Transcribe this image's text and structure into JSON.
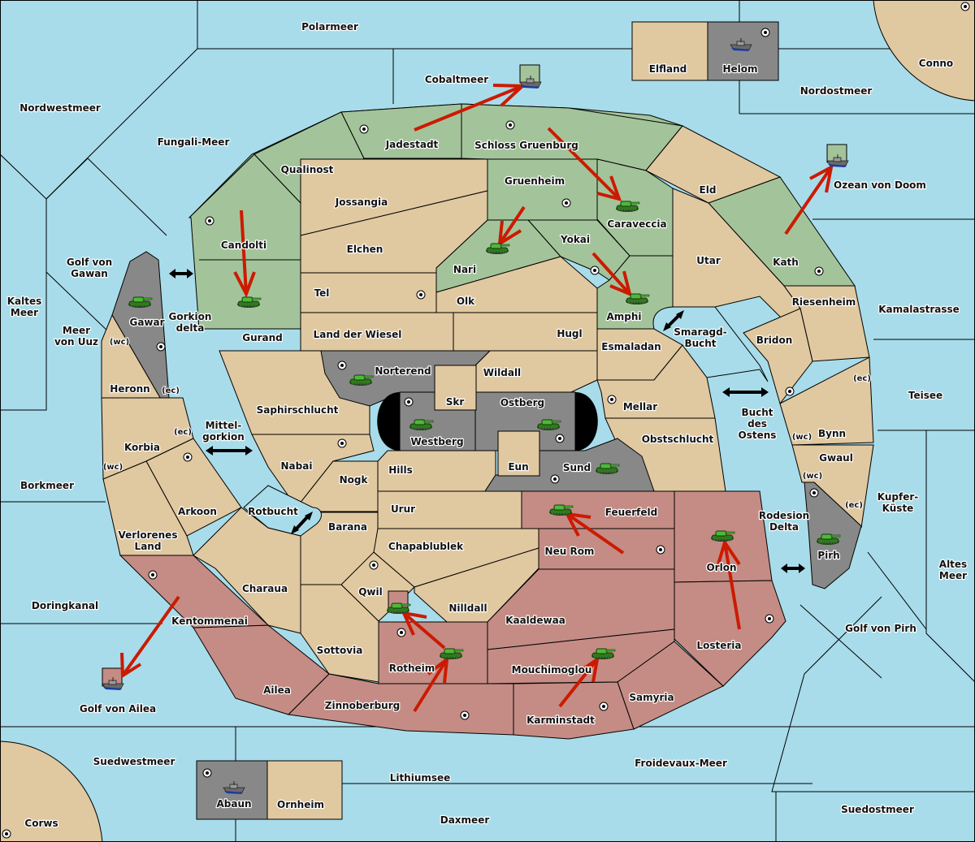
{
  "game": {
    "map_type": "diplomacy-style map",
    "colors": {
      "sea": "#a8dcea",
      "neutral": "#e0c8a0",
      "power_green": "#a3c49a",
      "power_red": "#c48c84",
      "power_gray": "#888888",
      "order_arrow": "#cc1a00",
      "impassable": "#000000"
    }
  },
  "seas": [
    {
      "id": "polarmeer",
      "name": "Polarmeer"
    },
    {
      "id": "nordwestmeer",
      "name": "Nordwestmeer"
    },
    {
      "id": "fungali",
      "name": "Fungali-Meer"
    },
    {
      "id": "cobaltmeer",
      "name": "Cobaltmeer"
    },
    {
      "id": "nordostmeer",
      "name": "Nordostmeer"
    },
    {
      "id": "ozean",
      "name": "Ozean von Doom"
    },
    {
      "id": "golf-gawan",
      "name": "Golf von Gawan"
    },
    {
      "id": "kaltes",
      "name": "Kaltes Meer"
    },
    {
      "id": "uuz",
      "name": "Meer von Uuz"
    },
    {
      "id": "gorkion",
      "name": "Gorkion delta"
    },
    {
      "id": "mittelgorkion",
      "name": "Mittel-gorkion"
    },
    {
      "id": "rotbucht",
      "name": "Rotbucht"
    },
    {
      "id": "borkmeer",
      "name": "Borkmeer"
    },
    {
      "id": "doringkanal",
      "name": "Doringkanal"
    },
    {
      "id": "golf-ailea",
      "name": "Golf von Ailea"
    },
    {
      "id": "suedwestmeer",
      "name": "Suedwestmeer"
    },
    {
      "id": "lithiumsee",
      "name": "Lithiumsee"
    },
    {
      "id": "daxmeer",
      "name": "Daxmeer"
    },
    {
      "id": "froidevaux",
      "name": "Froidevaux-Meer"
    },
    {
      "id": "suedostmeer",
      "name": "Suedostmeer"
    },
    {
      "id": "golf-pirh",
      "name": "Golf von Pirh"
    },
    {
      "id": "altes",
      "name": "Altes Meer"
    },
    {
      "id": "kupfer",
      "name": "Kupfer-Küste"
    },
    {
      "id": "teisee",
      "name": "Teisee"
    },
    {
      "id": "kamala",
      "name": "Kamalastrasse"
    },
    {
      "id": "smaragd",
      "name": "Smaragd-Bucht"
    },
    {
      "id": "bucht-ostens",
      "name": "Bucht des Ostens"
    },
    {
      "id": "rodesion",
      "name": "Rodesion Delta"
    }
  ],
  "labels": {
    "polarmeer": "Polarmeer",
    "nordwestmeer": "Nordwestmeer",
    "fungali": "Fungali-Meer",
    "cobaltmeer": "Cobaltmeer",
    "nordostmeer": "Nordostmeer",
    "ozean": "Ozean von Doom",
    "golf_gawan_1": "Golf von",
    "golf_gawan_2": "Gawan",
    "kaltes_1": "Kaltes",
    "kaltes_2": "Meer",
    "uuz_1": "Meer",
    "uuz_2": "von Uuz",
    "gorkion_1": "Gorkion",
    "gorkion_2": "delta",
    "mittel_1": "Mittel-",
    "mittel_2": "gorkion",
    "rotbucht": "Rotbucht",
    "borkmeer": "Borkmeer",
    "doringkanal": "Doringkanal",
    "golf_ailea": "Golf von Ailea",
    "suedwestmeer": "Suedwestmeer",
    "lithiumsee": "Lithiumsee",
    "daxmeer": "Daxmeer",
    "froidevaux": "Froidevaux-Meer",
    "suedostmeer": "Suedostmeer",
    "golf_pirh": "Golf von Pirh",
    "altes_1": "Altes",
    "altes_2": "Meer",
    "kupfer_1": "Kupfer-",
    "kupfer_2": "Küste",
    "teisee": "Teisee",
    "kamala": "Kamalastrasse",
    "smaragd_1": "Smaragd-",
    "smaragd_2": "Bucht",
    "bucht_1": "Bucht",
    "bucht_2": "des",
    "bucht_3": "Ostens",
    "rodesion_1": "Rodesion",
    "rodesion_2": "Delta",
    "elfland": "Elfland",
    "helom": "Helom",
    "conno": "Conno",
    "corws": "Corws",
    "abaun": "Abaun",
    "ornheim": "Ornheim",
    "jadestadt": "Jadestadt",
    "schloss": "Schloss Gruenburg",
    "qualinost": "Qualinost",
    "candolti": "Candolti",
    "gurand": "Gurand",
    "gruenheim": "Gruenheim",
    "caraveccia": "Caraveccia",
    "yokai": "Yokai",
    "nari": "Nari",
    "amphi": "Amphi",
    "kath": "Kath",
    "eld": "Eld",
    "utar": "Utar",
    "riesenheim": "Riesenheim",
    "bridon": "Bridon",
    "bynn": "Bynn",
    "gwaul": "Gwaul",
    "pirh": "Pirh",
    "jossangia": "Jossangia",
    "elchen": "Elchen",
    "tel": "Tel",
    "olk": "Olk",
    "wiesel": "Land der Wiesel",
    "hugl": "Hugl",
    "esmaladan": "Esmaladan",
    "norterend": "Norterend",
    "wildall": "Wildall",
    "skr": "Skr",
    "ostberg": "Ostberg",
    "westberg": "Westberg",
    "mellar": "Mellar",
    "obstschlucht": "Obstschlucht",
    "eun": "Eun",
    "sund": "Sund",
    "saphir": "Saphirschlucht",
    "nabai": "Nabai",
    "nogk": "Nogk",
    "hills": "Hills",
    "urur": "Urur",
    "barana": "Barana",
    "chapa": "Chapablublek",
    "qwil": "Qwil",
    "nilldall": "Nilldall",
    "feuerfeld": "Feuerfeld",
    "neurom": "Neu Rom",
    "orlon": "Orlon",
    "kaaldewaa": "Kaaldewaa",
    "losteria": "Losteria",
    "rotheim": "Rotheim",
    "mouchi": "Mouchimoglou",
    "samyria": "Samyria",
    "karminstadt": "Karminstadt",
    "zinnoberburg": "Zinnoberburg",
    "ailea": "Ailea",
    "kentommenai": "Kentommenai",
    "charaua": "Charaua",
    "sottovia": "Sottovia",
    "verlorenes_1": "Verlorenes",
    "verlorenes_2": "Land",
    "arkoon": "Arkoon",
    "korbia": "Korbia",
    "heronn": "Heronn",
    "gawar": "Gawar",
    "wc": "(wc)",
    "ec": "(ec)"
  },
  "units": [
    {
      "type": "fleet",
      "power": "green",
      "location": "Cobaltmeer"
    },
    {
      "type": "fleet",
      "power": "green",
      "location": "Ozean von Doom"
    },
    {
      "type": "fleet",
      "power": "gray",
      "location": "Helom"
    },
    {
      "type": "fleet",
      "power": "red",
      "location": "Golf von Ailea"
    },
    {
      "type": "fleet",
      "power": "gray",
      "location": "Abaun"
    },
    {
      "type": "army",
      "power": "gray",
      "location": "Gawar"
    },
    {
      "type": "army",
      "power": "green",
      "location": "Gurand"
    },
    {
      "type": "army",
      "power": "green",
      "location": "Caraveccia"
    },
    {
      "type": "army",
      "power": "green",
      "location": "Nari"
    },
    {
      "type": "army",
      "power": "green",
      "location": "Amphi"
    },
    {
      "type": "army",
      "power": "gray",
      "location": "Norterend"
    },
    {
      "type": "army",
      "power": "gray",
      "location": "Westberg"
    },
    {
      "type": "army",
      "power": "gray",
      "location": "Ostberg"
    },
    {
      "type": "army",
      "power": "gray",
      "location": "Sund"
    },
    {
      "type": "army",
      "power": "red",
      "location": "Feuerfeld"
    },
    {
      "type": "army",
      "power": "red",
      "location": "Orlon"
    },
    {
      "type": "army",
      "power": "gray",
      "location": "Pirh"
    },
    {
      "type": "army",
      "power": "red",
      "location": "Qwil"
    },
    {
      "type": "army",
      "power": "red",
      "location": "Rotheim"
    },
    {
      "type": "army",
      "power": "red",
      "location": "Mouchimoglou"
    }
  ],
  "orders": [
    {
      "from": "Jadestadt",
      "to": "Cobaltmeer"
    },
    {
      "from": "Schloss Gruenburg",
      "to": "Caraveccia"
    },
    {
      "from": "Gruenheim",
      "to": "Nari"
    },
    {
      "from": "Yokai",
      "to": "Amphi"
    },
    {
      "from": "Candolti",
      "to": "Gurand"
    },
    {
      "from": "Kath",
      "to": "Ozean von Doom"
    },
    {
      "from": "Kentommenai",
      "to": "Golf von Ailea"
    },
    {
      "from": "Neu Rom",
      "to": "Feuerfeld"
    },
    {
      "from": "Losteria",
      "to": "Orlon"
    },
    {
      "from": "Rotheim",
      "to": "Qwil"
    },
    {
      "from": "Zinnoberburg",
      "to": "Rotheim"
    },
    {
      "from": "Karminstadt",
      "to": "Mouchimoglou"
    }
  ]
}
